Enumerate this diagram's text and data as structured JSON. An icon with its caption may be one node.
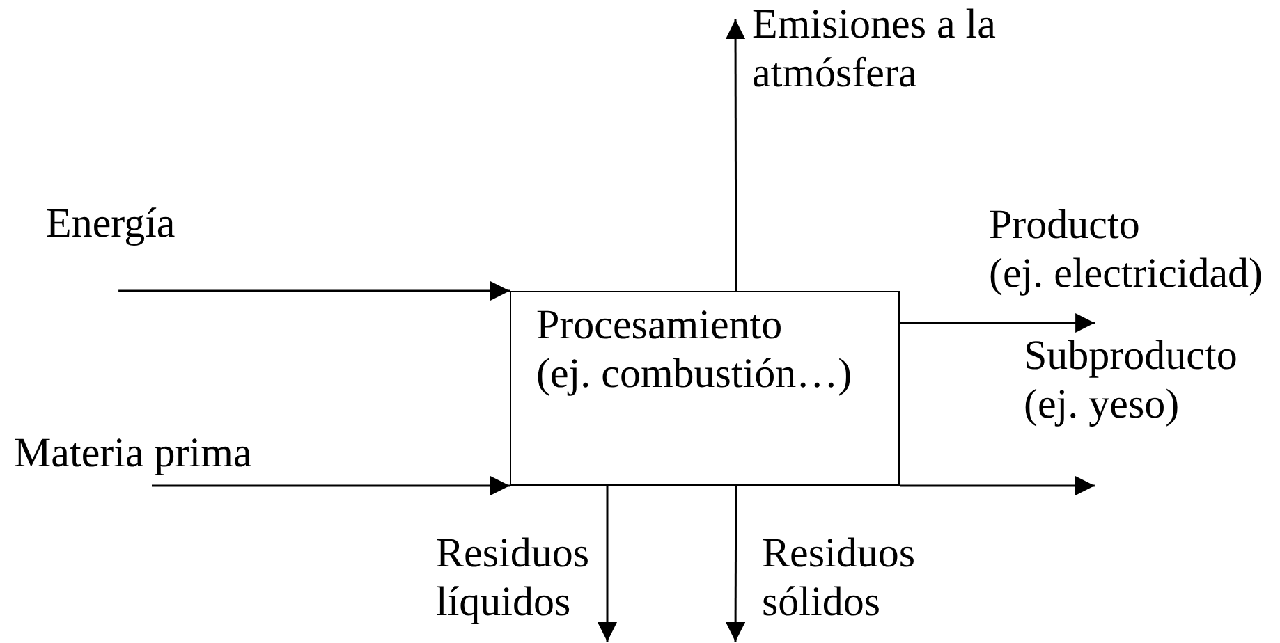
{
  "diagram": {
    "nodes": [
      {
        "text": [
          "Procesamiento (ej. combustión…)"
        ]
      },
      {
        "text": [
          "Energía"
        ]
      },
      {
        "text": [
          "Materia prima"
        ]
      },
      {
        "text": [
          "Emisiones a la atmósfera"
        ]
      },
      {
        "text": [
          "Producto (ej. electricidad)"
        ]
      },
      {
        "text": [
          "Subproducto (ej. yeso)"
        ]
      },
      {
        "text": [
          "Residuos líquidos"
        ]
      },
      {
        "text": [
          "Residuos sólidos"
        ]
      }
    ],
    "edges": [
      {
        "from": 1,
        "to": 0,
        "arrow": "to"
      },
      {
        "from": 2,
        "to": 0,
        "arrow": "to"
      },
      {
        "from": 0,
        "to": 3,
        "arrow": "to"
      },
      {
        "from": 0,
        "to": 4,
        "arrow": "to"
      },
      {
        "from": 0,
        "to": 5,
        "arrow": "to"
      },
      {
        "from": 0,
        "to": 6,
        "arrow": "to"
      },
      {
        "from": 0,
        "to": 7,
        "arrow": "to"
      }
    ]
  }
}
